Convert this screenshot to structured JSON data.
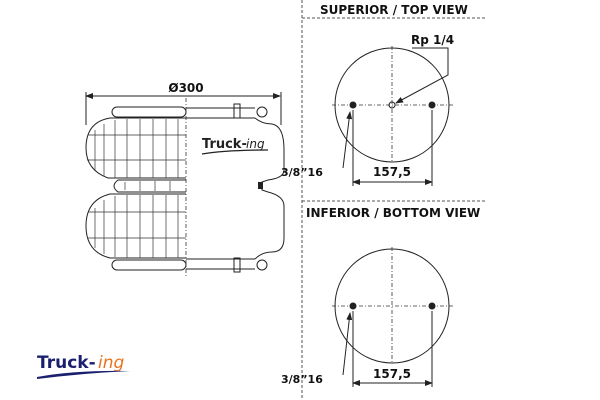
{
  "side_view": {
    "diameter_label": "Ø300",
    "logo_text_main": "Truck-",
    "logo_text_script": "ing"
  },
  "top_view": {
    "title": "SUPERIOR / TOP VIEW",
    "port_label": "Rp 1/4",
    "stud_label": "3/8”16",
    "spacing_label": "157,5"
  },
  "bottom_view": {
    "title": "INFERIOR / BOTTOM VIEW",
    "stud_label": "3/8”16",
    "spacing_label": "157,5"
  },
  "logo": {
    "text_main": "Truck-",
    "text_script": "ing",
    "color_main": "#1a1f6e",
    "color_script": "#e8741e"
  }
}
